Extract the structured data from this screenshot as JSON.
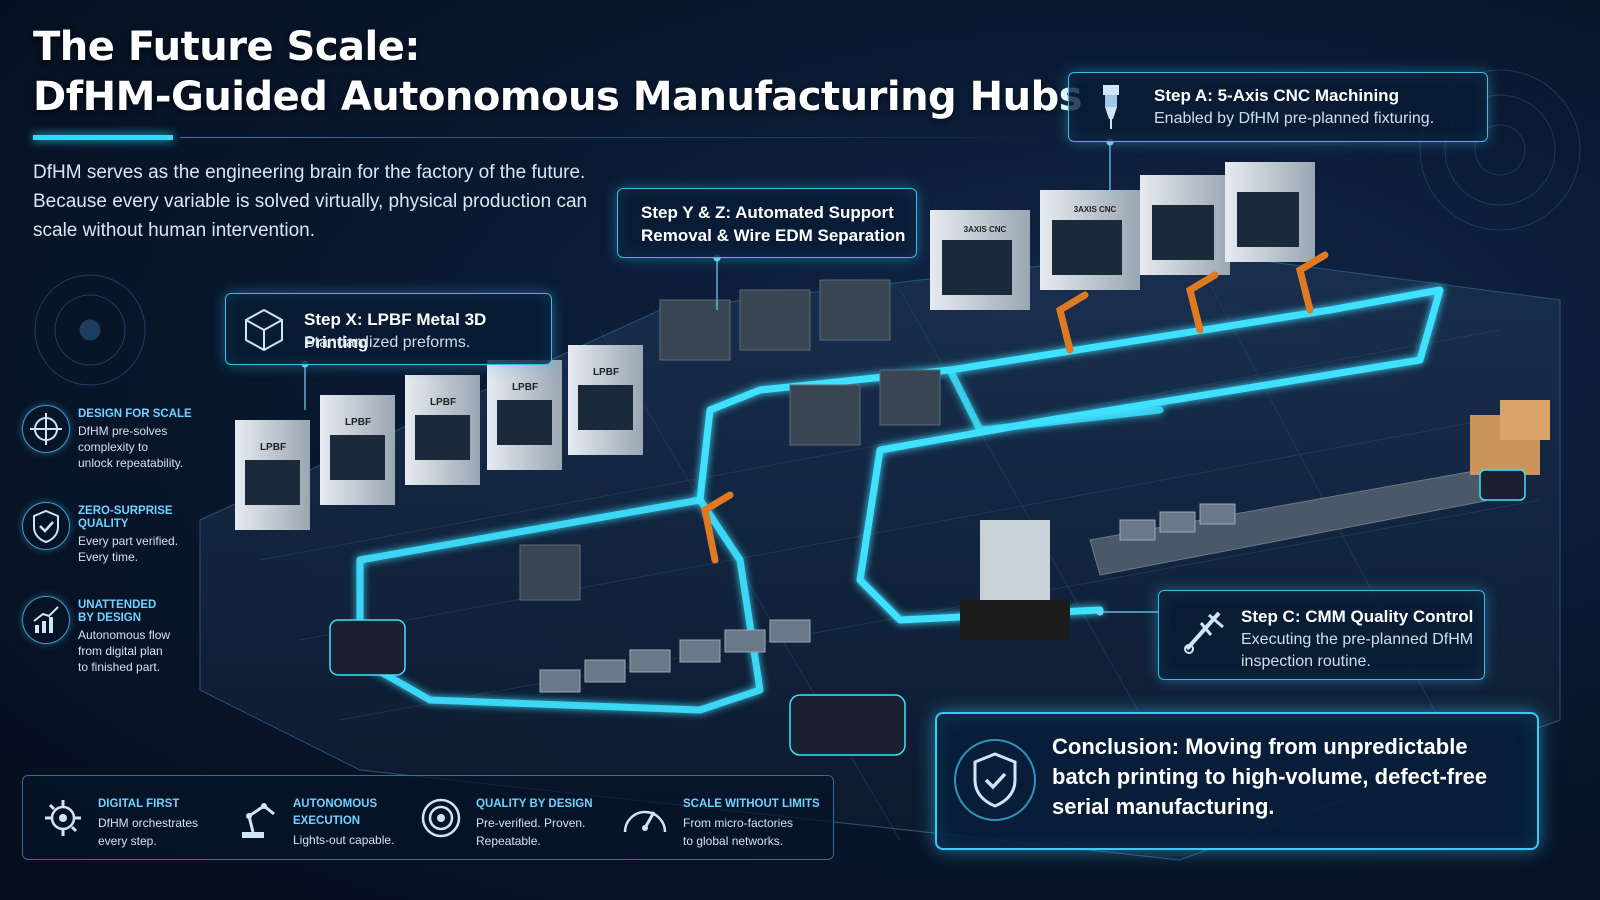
{
  "title": {
    "line1": "The Future Scale:",
    "line2": "DfHM-Guided Autonomous Manufacturing Hubs"
  },
  "intro": "DfHM serves as the engineering brain for the factory of the future. Because every variable is solved virtually, physical production can scale without human intervention.",
  "steps": {
    "a": {
      "title": "Step A: 5-Axis CNC Machining",
      "subtitle": "Enabled by DfHM pre-planned fixturing.",
      "icon": "cnc-spindle-icon"
    },
    "yz": {
      "title_line1": "Step Y & Z: Automated Support",
      "title_line2": "Removal & Wire EDM Separation"
    },
    "x": {
      "title": "Step X: LPBF Metal 3D Printing",
      "subtitle": "Standardized preforms.",
      "icon": "cube-icon"
    },
    "c": {
      "title": "Step C: CMM Quality Control",
      "subtitle_line1": "Executing the pre-planned DfHM",
      "subtitle_line2": "inspection routine.",
      "icon": "caliper-icon"
    }
  },
  "machine_labels": {
    "printer": "LPBF",
    "cnc": "3AXIS CNC"
  },
  "sidebar": [
    {
      "title_lines": [
        "DESIGN FOR SCALE"
      ],
      "desc_lines": [
        "DfHM pre-solves",
        "complexity to",
        "unlock repeatability."
      ],
      "icon": "crosshair-icon"
    },
    {
      "title_lines": [
        "ZERO-SURPRISE",
        "QUALITY"
      ],
      "desc_lines": [
        "Every part verified.",
        "Every time."
      ],
      "icon": "shield-check-icon"
    },
    {
      "title_lines": [
        "UNATTENDED",
        "BY DESIGN"
      ],
      "desc_lines": [
        "Autonomous flow",
        "from digital plan",
        "to finished part."
      ],
      "icon": "growth-chart-icon"
    }
  ],
  "bottom": [
    {
      "title_lines": [
        "DIGITAL FIRST"
      ],
      "desc_lines": [
        "DfHM orchestrates",
        "every step."
      ],
      "icon": "gear-circuit-icon"
    },
    {
      "title_lines": [
        "AUTONOMOUS",
        "EXECUTION"
      ],
      "desc_lines": [
        "Lights-out capable."
      ],
      "icon": "robot-arm-icon"
    },
    {
      "title_lines": [
        "QUALITY BY DESIGN"
      ],
      "desc_lines": [
        "Pre-verified. Proven.",
        "Repeatable."
      ],
      "icon": "target-icon"
    },
    {
      "title_lines": [
        "SCALE WITHOUT LIMITS"
      ],
      "desc_lines": [
        "From micro-factories",
        "to global networks."
      ],
      "icon": "gauge-icon"
    }
  ],
  "conclusion": "Conclusion: Moving from unpredictable batch printing to high-volume, defect-free serial manufacturing.",
  "colors": {
    "accent": "#3fc8f5",
    "highlight": "#6fd2ff",
    "background": "#06101f",
    "robot": "#e07a22"
  }
}
